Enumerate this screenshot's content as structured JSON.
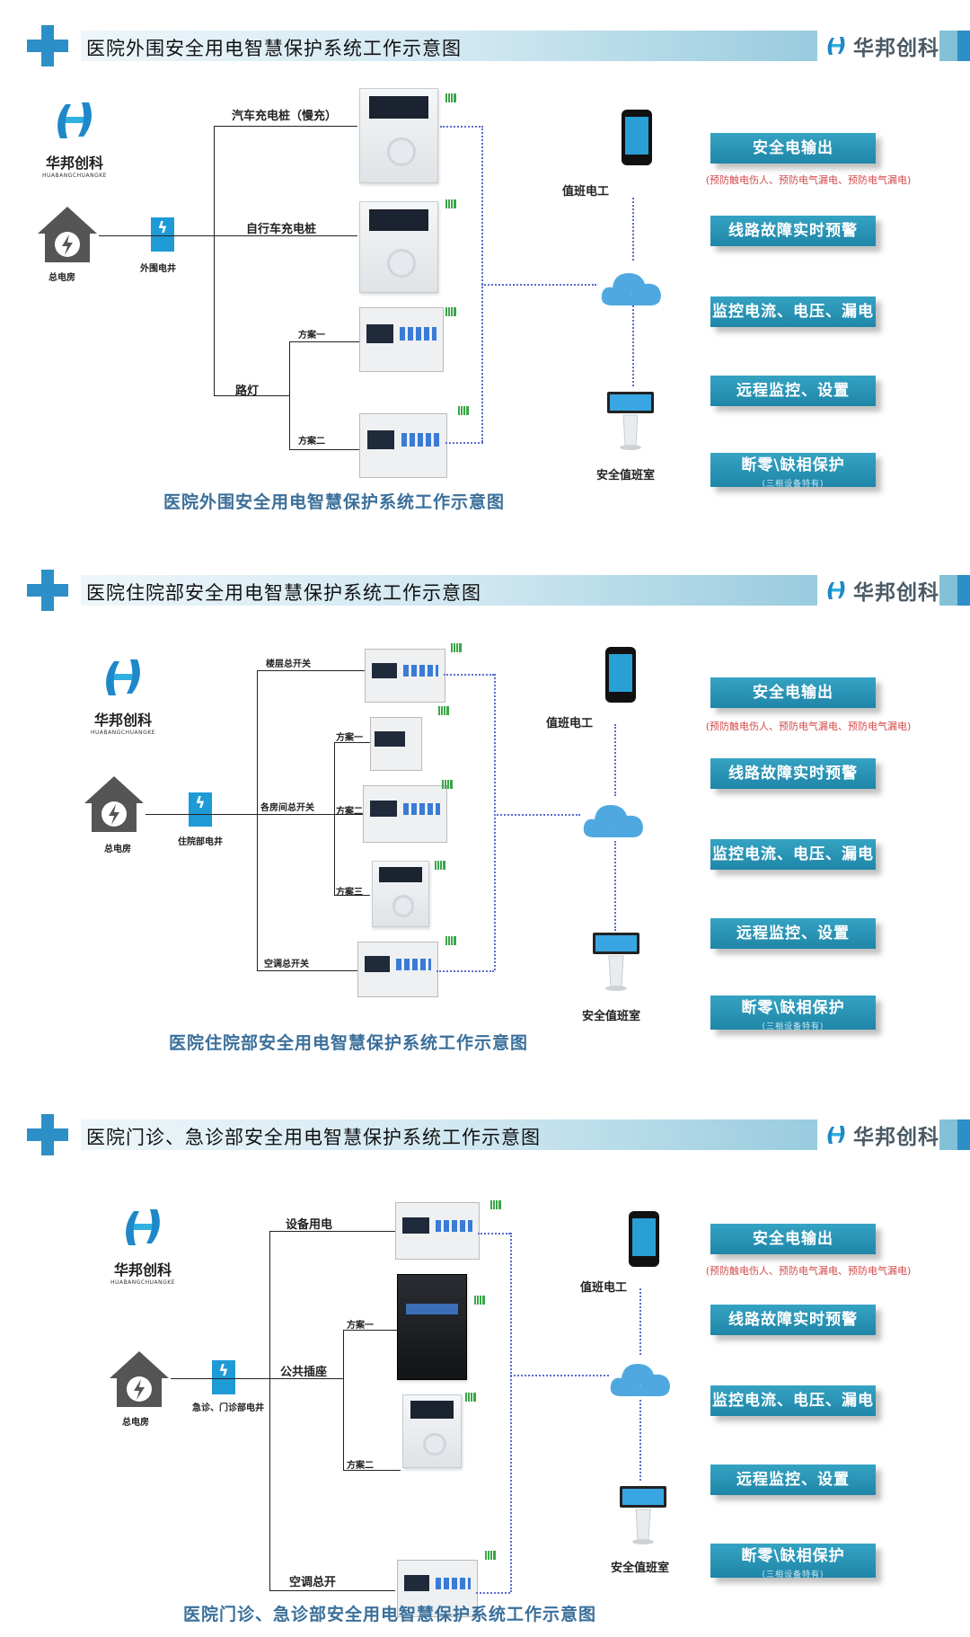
{
  "brand": "华邦创科",
  "brand_en": "HUABANGCHUANGKE",
  "sections": [
    {
      "header": "医院外围安全用电智慧保护系统工作示意图",
      "caption": "医院外围安全用电智慧保护系统工作示意图",
      "power_room": "总电房",
      "well": "外围电井",
      "branches": [
        "汽车充电桩（慢充）",
        "自行车充电桩",
        "路灯",
        "方案一",
        "方案二"
      ],
      "electrician": "值班电工",
      "duty_room": "安全值班室"
    },
    {
      "header": "医院住院部安全用电智慧保护系统工作示意图",
      "caption": "医院住院部安全用电智慧保护系统工作示意图",
      "power_room": "总电房",
      "well": "住院部电井",
      "branches": [
        "楼层总开关",
        "各房间总开关",
        "空调总开关",
        "方案一",
        "方案二",
        "方案三"
      ],
      "electrician": "值班电工",
      "duty_room": "安全值班室"
    },
    {
      "header": "医院门诊、急诊部安全用电智慧保护系统工作示意图",
      "caption": "医院门诊、急诊部安全用电智慧保护系统工作示意图",
      "power_room": "总电房",
      "well": "急诊、门诊部电井",
      "branches": [
        "设备用电",
        "公共插座",
        "空调总开",
        "方案一",
        "方案二"
      ],
      "electrician": "值班电工",
      "duty_room": "安全值班室"
    }
  ],
  "features": {
    "safe_output": "安全电输出",
    "safe_output_note": "(预防触电伤人、预防电气漏电、预防电气漏电)",
    "fault_warning": "线路故障实时预警",
    "monitor": "监控电流、电压、漏电",
    "remote": "远程监控、设置",
    "phase_protect": "断零\\缺相保护",
    "phase_protect_note": "(三相设备特有)"
  },
  "colors": {
    "accent": "#2d8fc7",
    "button": "#2592b5",
    "note": "#d24b4b"
  }
}
